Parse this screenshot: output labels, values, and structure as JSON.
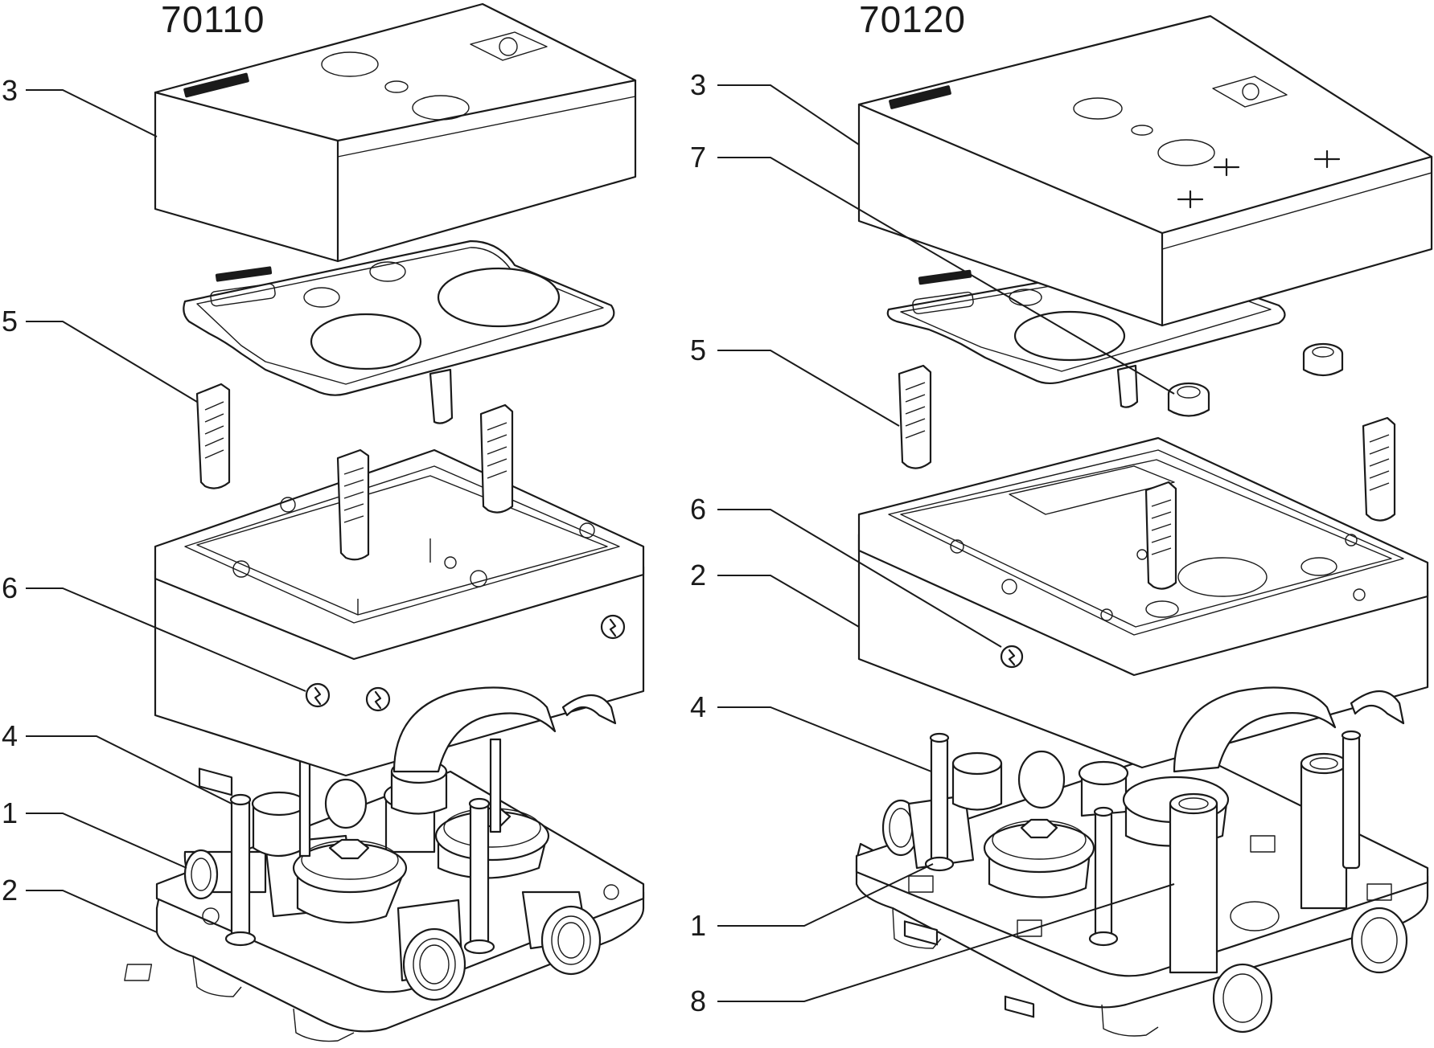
{
  "diagram": {
    "left": {
      "model": "70110",
      "callouts": [
        {
          "label": "3",
          "part": "cover"
        },
        {
          "label": "5",
          "part": "wall-plug"
        },
        {
          "label": "6",
          "part": "earth-symbol"
        },
        {
          "label": "4",
          "part": "support-post"
        },
        {
          "label": "1",
          "part": "valve-body"
        },
        {
          "label": "2",
          "part": "base-housing"
        }
      ]
    },
    "right": {
      "model": "70120",
      "callouts": [
        {
          "label": "3",
          "part": "cover"
        },
        {
          "label": "7",
          "part": "seal-plate"
        },
        {
          "label": "5",
          "part": "wall-plug"
        },
        {
          "label": "6",
          "part": "earth-symbol"
        },
        {
          "label": "2",
          "part": "base-housing"
        },
        {
          "label": "4",
          "part": "support-post"
        },
        {
          "label": "1",
          "part": "valve-body"
        },
        {
          "label": "8",
          "part": "riser-pipe"
        }
      ]
    },
    "icons": [
      "earth-lightning-icon",
      "thermometer-icon",
      "crosshair-mark-icon"
    ],
    "colors": {
      "line": "#1a1a1a",
      "background": "#ffffff"
    }
  }
}
